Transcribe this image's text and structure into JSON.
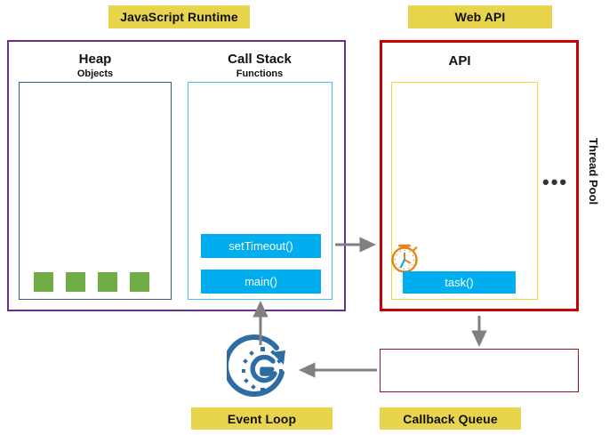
{
  "diagram": {
    "title": "JavaScript Runtime and Web API event loop diagram",
    "labels": {
      "javascript_runtime": "JavaScript Runtime",
      "web_api": "Web API",
      "event_loop": "Event Loop",
      "callback_queue": "Callback Queue",
      "thread_pool": "Thread Pool"
    },
    "runtime": {
      "heap": {
        "title": "Heap",
        "subtitle": "Objects",
        "objects_count": 4,
        "object_color": "#70AD47",
        "panel_border_color": "#2E6378"
      },
      "call_stack": {
        "title": "Call Stack",
        "subtitle": "Functions",
        "panel_border_color": "#3FC3E8",
        "frames": [
          {
            "label": "setTimeout()"
          },
          {
            "label": "main()"
          }
        ]
      },
      "border_color": "#6B2E8C"
    },
    "web_api": {
      "title": "API",
      "border_color": "#CC0000",
      "panel_border_color": "#F2D53C",
      "timer_icon": "stopwatch-icon",
      "tasks": [
        {
          "label": "task()"
        }
      ],
      "ellipsis": "•••"
    },
    "event_loop": {
      "icon": "event-loop-icon",
      "icon_color": "#2E6DA4"
    },
    "callback_queue": {
      "items": [],
      "border_color": "#A01020"
    },
    "arrows": [
      {
        "name": "call-stack-to-api",
        "direction": "right"
      },
      {
        "name": "api-to-callback-queue",
        "direction": "down"
      },
      {
        "name": "callback-queue-to-event-loop",
        "direction": "left"
      },
      {
        "name": "event-loop-to-call-stack",
        "direction": "up"
      }
    ],
    "colors": {
      "chip": "#E8D44D",
      "function_bar": "#00AEEF",
      "arrow": "#808080",
      "timer": "#E2861A"
    }
  }
}
